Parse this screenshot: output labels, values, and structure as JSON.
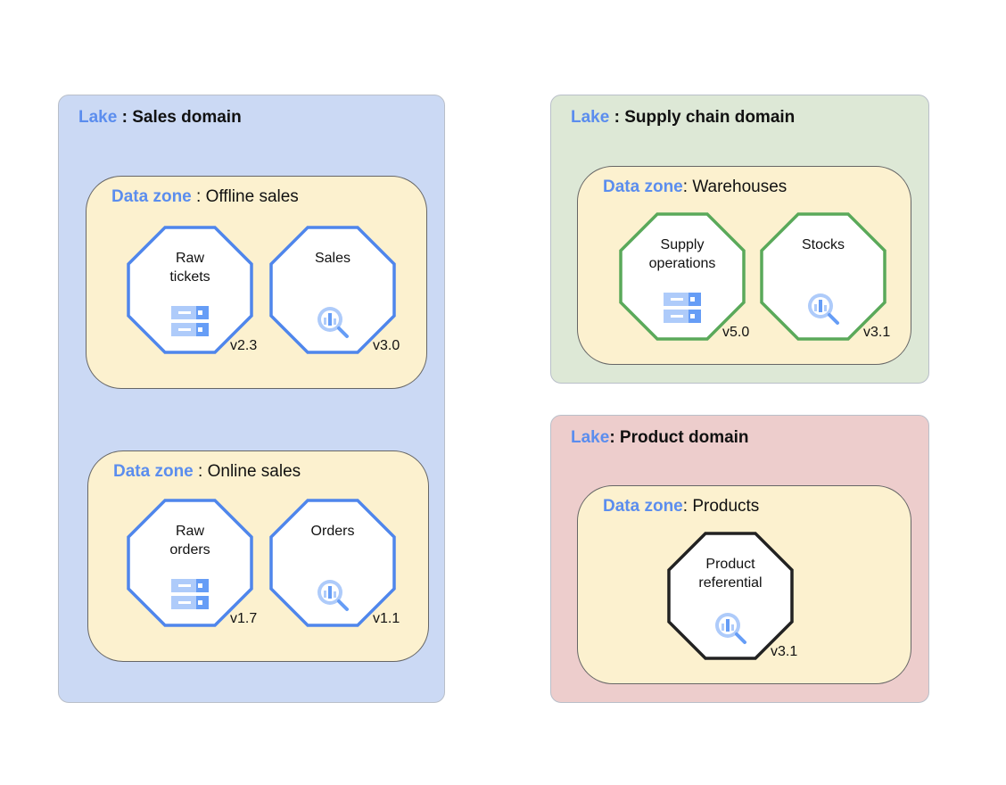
{
  "keyword_lake": "Lake",
  "keyword_zone": "Data zone",
  "lakes": [
    {
      "name": "Sales domain",
      "sep": " : ",
      "color": "#cbd9f4",
      "zones": [
        {
          "name": "Offline sales",
          "sep": " : ",
          "assets": [
            {
              "label": "Raw\ntickets",
              "icon": "storage-icon",
              "version": "v2.3",
              "border": "#4f86ec"
            },
            {
              "label": "Sales",
              "icon": "bigquery-icon",
              "version": "v3.0",
              "border": "#4f86ec"
            }
          ]
        },
        {
          "name": "Online sales",
          "sep": " : ",
          "assets": [
            {
              "label": "Raw\norders",
              "icon": "storage-icon",
              "version": "v1.7",
              "border": "#4f86ec"
            },
            {
              "label": "Orders",
              "icon": "bigquery-icon",
              "version": "v1.1",
              "border": "#4f86ec"
            }
          ]
        }
      ]
    },
    {
      "name": "Supply chain domain",
      "sep": " : ",
      "color": "#dde8d6",
      "zones": [
        {
          "name": "Warehouses",
          "sep": ": ",
          "assets": [
            {
              "label": "Supply\noperations",
              "icon": "storage-icon",
              "version": "v5.0",
              "border": "#5aa95a"
            },
            {
              "label": "Stocks",
              "icon": "bigquery-icon",
              "version": "v3.1",
              "border": "#5aa95a"
            }
          ]
        }
      ]
    },
    {
      "name": "Product domain",
      "sep": ": ",
      "color": "#edcdcc",
      "zones": [
        {
          "name": "Products",
          "sep": ": ",
          "assets": [
            {
              "label": "Product\nreferential",
              "icon": "bigquery-icon",
              "version": "v3.1",
              "border": "#222222"
            }
          ]
        }
      ]
    }
  ]
}
